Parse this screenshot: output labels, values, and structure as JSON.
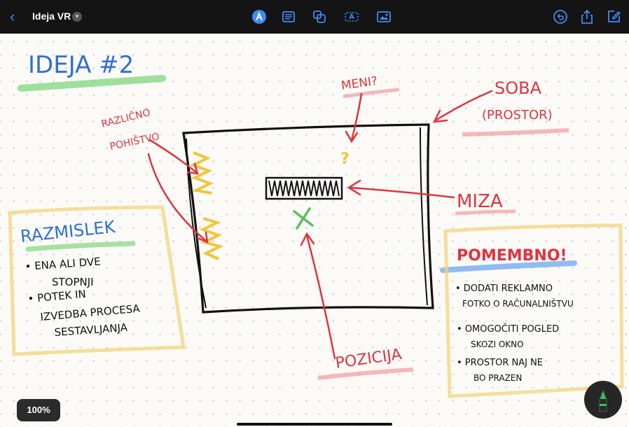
{
  "header": {
    "back_icon": "chevron-left-icon",
    "title": "Ideja VR",
    "title_menu_icon": "chevron-down-icon",
    "accent": "#3d8cf5",
    "tools": [
      "pen-tool-icon",
      "text-icon",
      "shapes-icon",
      "text-box-icon",
      "image-icon"
    ],
    "right_tools": [
      "undo-icon",
      "share-icon",
      "edit-icon"
    ]
  },
  "canvas": {
    "heading": "IDEJA #2",
    "labels": {
      "razlicno": "RAZLIČNO",
      "pohistvo": "POHIŠTVO",
      "meni": "MENI?",
      "soba": "SOBA",
      "prostor": "(PROSTOR)",
      "miza": "MIZA",
      "pozicija": "POZICIJA"
    },
    "razmislek": {
      "title": "RAZMISLEK",
      "lines": [
        "• ENA ALI DVE",
        "STOPNJI",
        "• POTEK IN",
        "IZVEDBA PROCESA",
        "SESTAVLJANJA"
      ]
    },
    "pomembno": {
      "title": "POMEMBNO!",
      "lines": [
        "• DODATI REKLAMNO",
        "FOTKO O RAČUNALNIŠTVU",
        "• OMOGOČITI POGLED",
        "SKOZI OKNO",
        "• PROSTOR NAJ NE",
        "BO PRAZEN"
      ]
    },
    "colors": {
      "ink": "#111111",
      "red": "#e0343f",
      "blue": "#2f6fd6",
      "green": "#5cbf5e",
      "yellow": "#f0c63a",
      "pen_tip": "#36c35a"
    }
  },
  "footer": {
    "zoom": "100%",
    "pen_icon": "pen-icon"
  }
}
